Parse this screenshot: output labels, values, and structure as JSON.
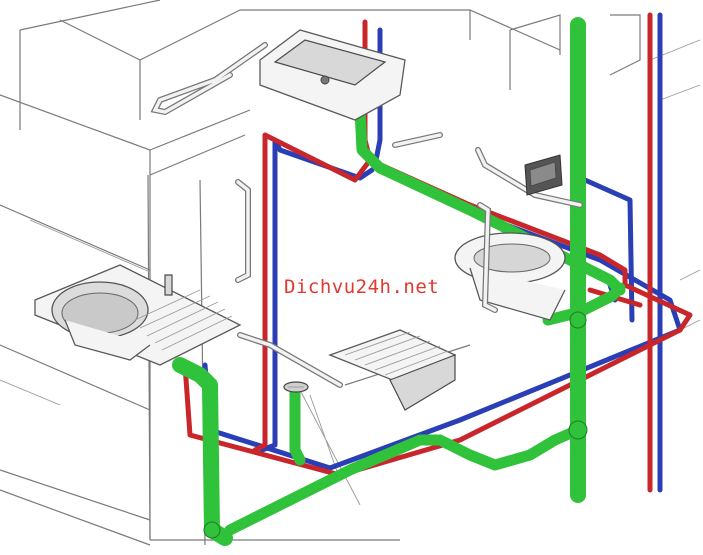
{
  "watermark": {
    "text": "Dichvu24h.net",
    "color": "#e0392f"
  },
  "colors": {
    "hot_water_pipe": "#c8262a",
    "cold_water_pipe": "#2a3fb5",
    "drain_pipe": "#2fc23a",
    "walls": "#7a7a7a"
  },
  "components": [
    "wash-basin",
    "kitchen-sink",
    "toilet",
    "flush-plate",
    "floor-drain",
    "shower-seat",
    "grab-bars",
    "vent-stack"
  ]
}
